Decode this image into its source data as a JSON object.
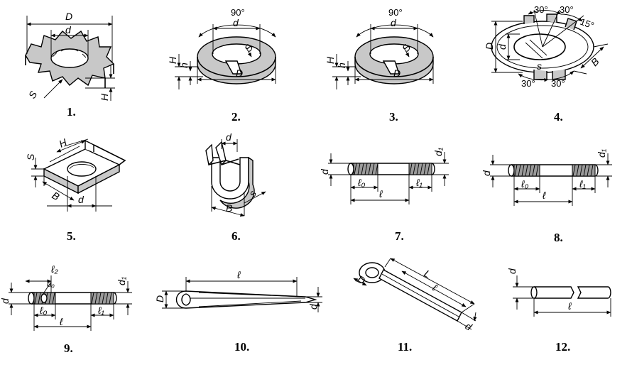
{
  "figures": [
    {
      "number": "1.",
      "labels": {
        "D": "D",
        "d": "d",
        "S": "S",
        "H": "H"
      }
    },
    {
      "number": "2.",
      "labels": {
        "angle": "90°",
        "d": "d",
        "S": "S",
        "H": "H",
        "h": "h",
        "D": "D"
      }
    },
    {
      "number": "3.",
      "labels": {
        "angle": "90°",
        "d": "d",
        "S": "S",
        "H": "H",
        "h": "h",
        "D": "D"
      }
    },
    {
      "number": "4.",
      "labels": {
        "a1": "30°",
        "a2": "30°",
        "a3": "15°",
        "D": "D",
        "d": "d",
        "s": "s",
        "a4": "30°",
        "a5": "30°",
        "B": "B"
      }
    },
    {
      "number": "5.",
      "labels": {
        "S": "S",
        "H": "H",
        "B": "B",
        "d": "d"
      }
    },
    {
      "number": "6.",
      "labels": {
        "d": "d",
        "s": "s",
        "B": "B"
      }
    },
    {
      "number": "7.",
      "labels": {
        "d": "d",
        "d1": "d₁",
        "l0": "ℓ₀",
        "l": "ℓ",
        "l1": "ℓ₁"
      }
    },
    {
      "number": "8.",
      "labels": {
        "d": "d",
        "d1": "d₁",
        "l0": "ℓ₀",
        "l": "ℓ",
        "l1": "ℓ₁"
      }
    },
    {
      "number": "9.",
      "labels": {
        "l2": "ℓ₂",
        "d0": "d₀",
        "d": "d",
        "d1": "d₁",
        "l0": "ℓ₀",
        "l": "ℓ",
        "l1": "ℓ₁"
      }
    },
    {
      "number": "10.",
      "labels": {
        "l": "ℓ",
        "D": "D",
        "d": "d"
      }
    },
    {
      "number": "11.",
      "labels": {
        "D": "D",
        "L": "L",
        "l": "ℓ",
        "d": "d"
      }
    },
    {
      "number": "12.",
      "labels": {
        "d": "d",
        "l": "ℓ"
      }
    }
  ]
}
